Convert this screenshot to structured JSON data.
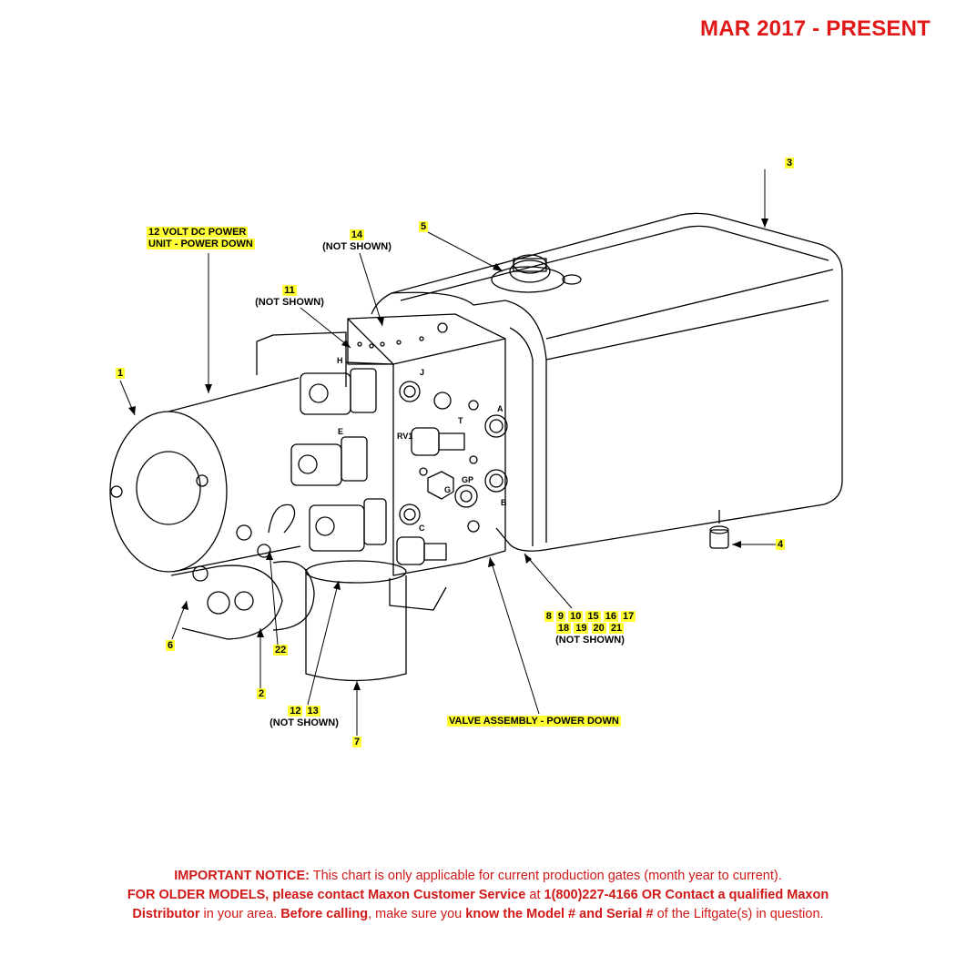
{
  "header": {
    "date_range": "MAR 2017 - PRESENT"
  },
  "labels": {
    "power_unit_line1": "12 VOLT DC POWER",
    "power_unit_line2": "UNIT - POWER DOWN",
    "item_1": "1",
    "item_2": "2",
    "item_3": "3",
    "item_4": "4",
    "item_5": "5",
    "item_6": "6",
    "item_7": "7",
    "item_11": "11",
    "item_14": "14",
    "item_22": "22",
    "item_12": "12",
    "item_13": "13",
    "not_shown": "(NOT SHOWN)",
    "group_row1": [
      "8",
      "9",
      "10",
      "15",
      "16",
      "17"
    ],
    "group_row2": [
      "18",
      "19",
      "20",
      "21"
    ],
    "valve_assembly": "VALVE ASSEMBLY - POWER DOWN",
    "port_letters": [
      "H",
      "E",
      "C",
      "J",
      "A",
      "B",
      "T",
      "RV1",
      "GP",
      "G"
    ]
  },
  "notice": {
    "p1_bold": "IMPORTANT NOTICE:",
    "p1_text": " This chart is only applicable for current production gates (month year to current).",
    "p2_bold": "FOR OLDER MODELS, please contact Maxon Customer Service",
    "p2_text": " at ",
    "p2_phone": "1(800)227-4166 OR Contact a qualified Maxon",
    "p3_bold": "Distributor",
    "p3_text1": " in your area. ",
    "p3_bold2": "Before calling",
    "p3_text2": ", make sure you ",
    "p3_bold3": "know the Model # and Serial #",
    "p3_text3": " of the Liftgate(s) in question."
  },
  "colors": {
    "header_red": "#e01818",
    "highlight": "#ffff33",
    "line": "#000000"
  }
}
